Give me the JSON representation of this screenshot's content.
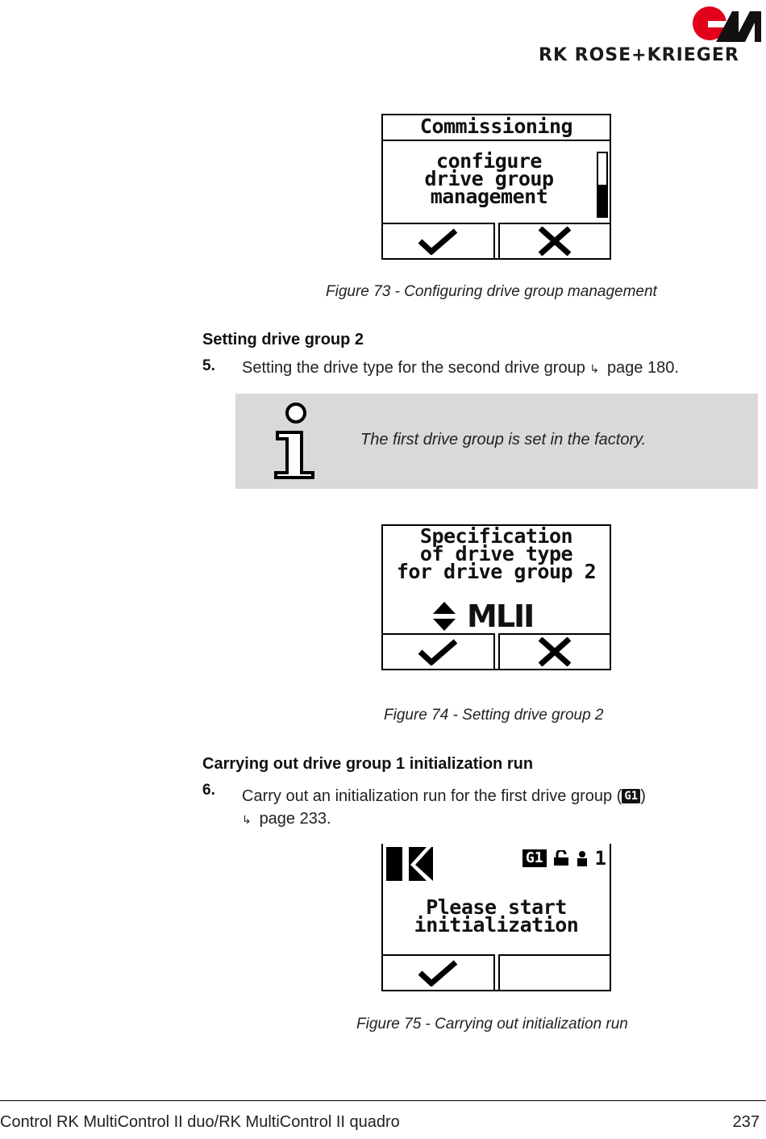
{
  "header": {
    "brand_name": "RK ROSE+KRIEGER",
    "logo_icon": "rk-logo-icon",
    "brand_red": "#e3001b"
  },
  "figure73": {
    "screen": {
      "title": "Commissioning",
      "body_lines": [
        "configure",
        "drive group",
        "management"
      ],
      "scroll_fraction": 0.5
    },
    "caption": "Figure 73 - Configuring drive group management"
  },
  "section_drive_group_2": {
    "heading": "Setting drive group 2",
    "step_number": "5.",
    "step_text": "Setting the drive type for the second drive group",
    "step_link": "page 180."
  },
  "info": {
    "icon": "info-icon",
    "text": "The first drive group is set in the factory."
  },
  "figure74": {
    "screen": {
      "body_lines": [
        "Specification",
        "of drive type",
        "for drive group 2"
      ],
      "value": "MLII"
    },
    "caption": "Figure 74 - Setting drive group 2"
  },
  "section_init": {
    "heading": "Carrying out drive group 1 initialization run",
    "step_number": "6.",
    "step_text": "Carry out an initialization run for the first drive group (",
    "badge": "G1",
    "step_text_close": ")",
    "step_link": "page 233."
  },
  "figure75": {
    "screen": {
      "badge": "G1",
      "status_number": "1",
      "body_lines": [
        "Please start",
        "initialization"
      ]
    },
    "caption": "Figure 75 - Carrying out initialization run"
  },
  "footer": {
    "left": "Control RK MultiControl II duo/RK MultiControl II quadro",
    "page_number": "237"
  }
}
